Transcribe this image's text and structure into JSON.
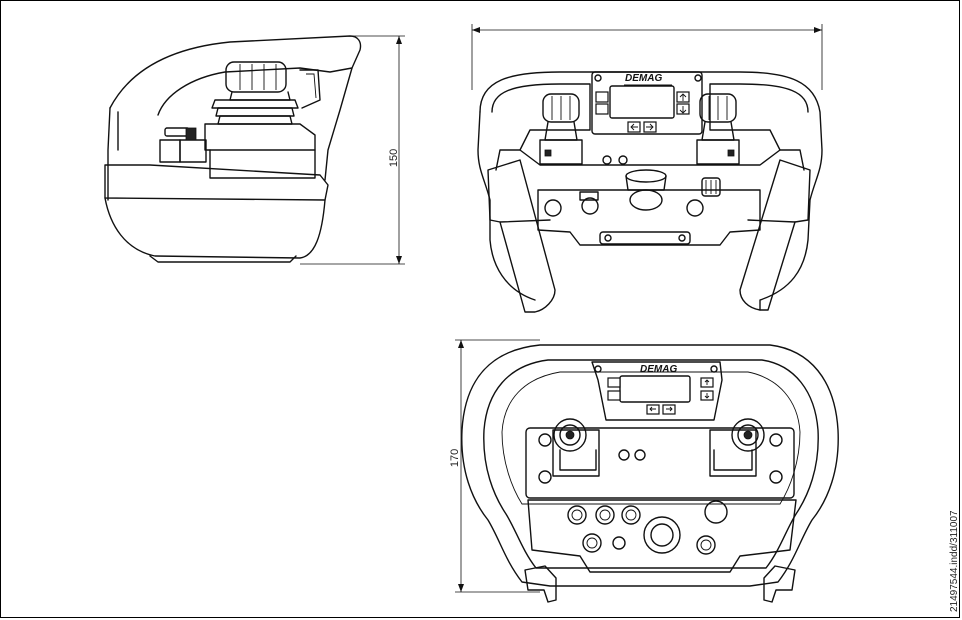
{
  "drawing": {
    "brand": "DEMAG",
    "dimension_height_side": "150",
    "dimension_height_bottom": "170",
    "document_code": "21497544.indd/311007"
  },
  "icons": {
    "arrow_up": "up-arrow-key-icon",
    "arrow_down": "down-arrow-key-icon",
    "arrow_left": "left-arrow-key-icon",
    "arrow_right": "right-arrow-key-icon",
    "esc": "escape-key-icon",
    "enter": "enter-key-icon",
    "stop": "emergency-stop-icon"
  }
}
